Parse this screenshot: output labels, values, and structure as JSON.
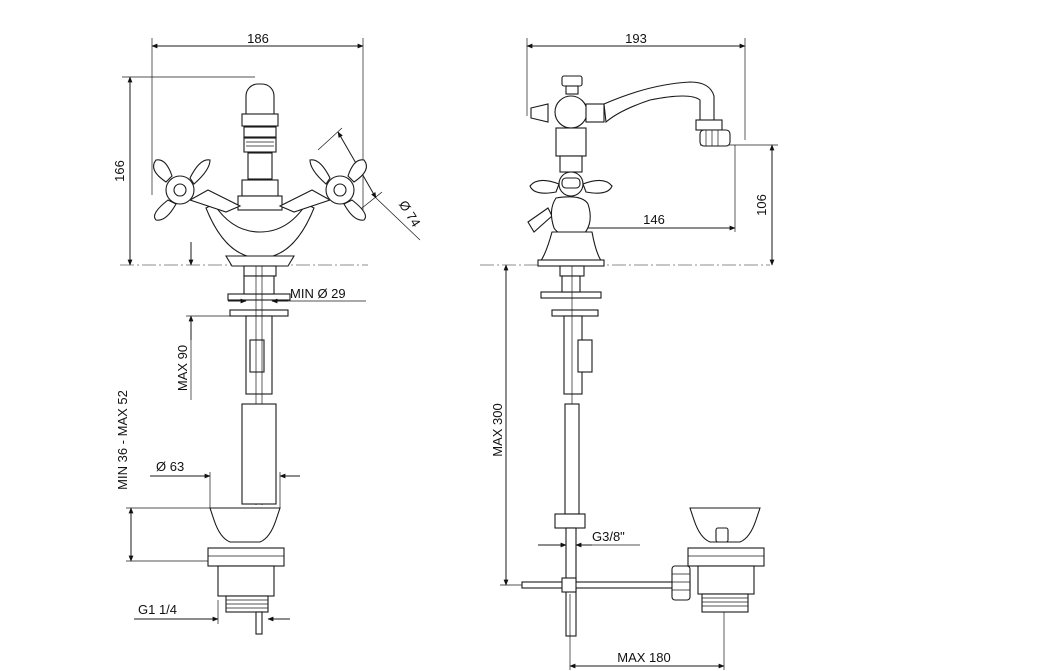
{
  "dimensions": {
    "front_width": "186",
    "front_height": "166",
    "handle_dia": "Ø 74",
    "hole_min": "MIN Ø 29",
    "max_90": "MAX 90",
    "min36_max52": "MIN 36 - MAX 52",
    "dia_63": "Ø 63",
    "g_1_1_4": "G1 1/4",
    "side_width": "193",
    "spout_146": "146",
    "spout_106": "106",
    "max_300": "MAX 300",
    "g_3_8": "G3/8\"",
    "max_180": "MAX 180"
  }
}
